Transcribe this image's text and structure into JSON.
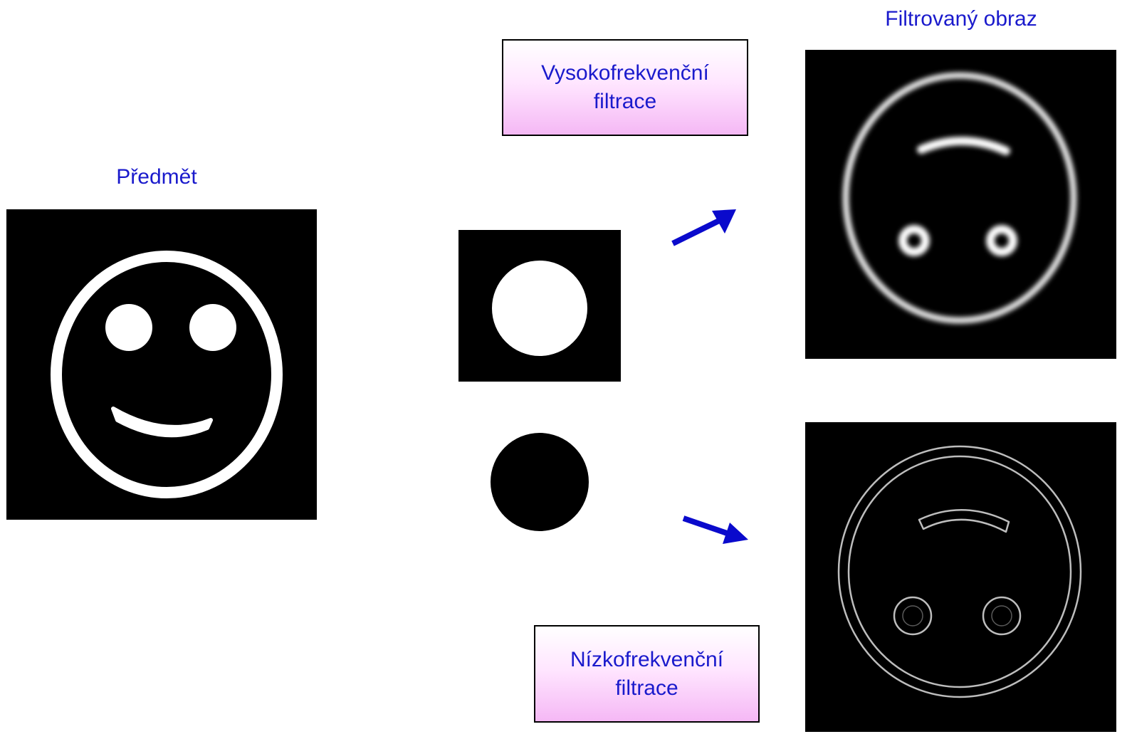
{
  "labels": {
    "object": "Předmět",
    "filtered": "Filtrovaný obraz"
  },
  "boxes": {
    "high": {
      "line1": "Vysokofrekvenční",
      "line2": "filtrace"
    },
    "low": {
      "line1": "Nízkofrekvenční",
      "line2": "filtrace"
    }
  },
  "colors": {
    "text": "#1a1acc",
    "arrow": "#0a0acc",
    "box_gradient": [
      "#ffffff",
      "#f5b8f5"
    ]
  },
  "icons": [
    "smiley-object",
    "highpass-mask",
    "lowpass-disc",
    "arrow-right-up",
    "arrow-right-down",
    "blurred-face",
    "edge-face"
  ]
}
